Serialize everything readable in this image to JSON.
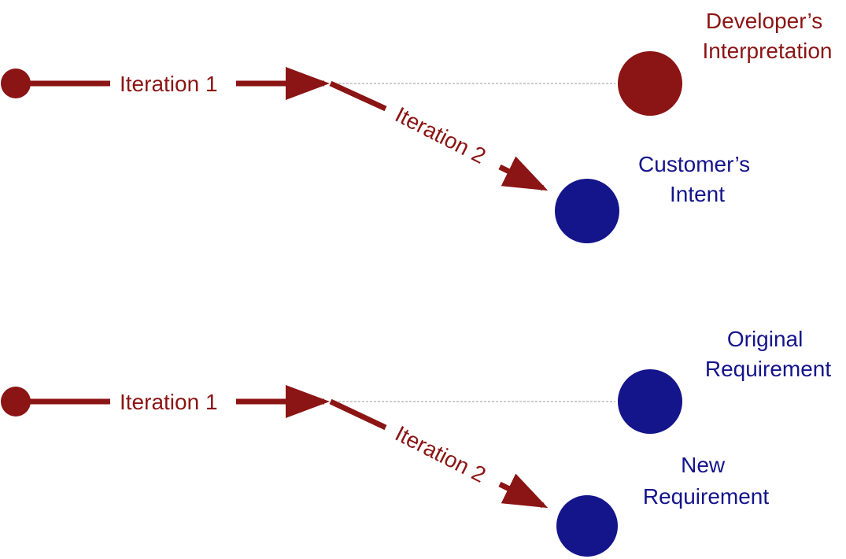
{
  "colors": {
    "path": "#8b1414",
    "blue_node": "#14148b",
    "red_node": "#8b1414",
    "guide": "#bbbbbb"
  },
  "top": {
    "iteration1": "Iteration 1",
    "iteration2": "Iteration 2",
    "target_upper": {
      "line1": "Developer’s",
      "line2": "Interpretation"
    },
    "target_lower": {
      "line1": "Customer’s",
      "line2": "Intent"
    }
  },
  "bottom": {
    "iteration1": "Iteration 1",
    "iteration2": "Iteration 2",
    "target_upper": {
      "line1": "Original",
      "line2": "Requirement"
    },
    "target_lower": {
      "line1": "New",
      "line2": "Requirement"
    }
  }
}
